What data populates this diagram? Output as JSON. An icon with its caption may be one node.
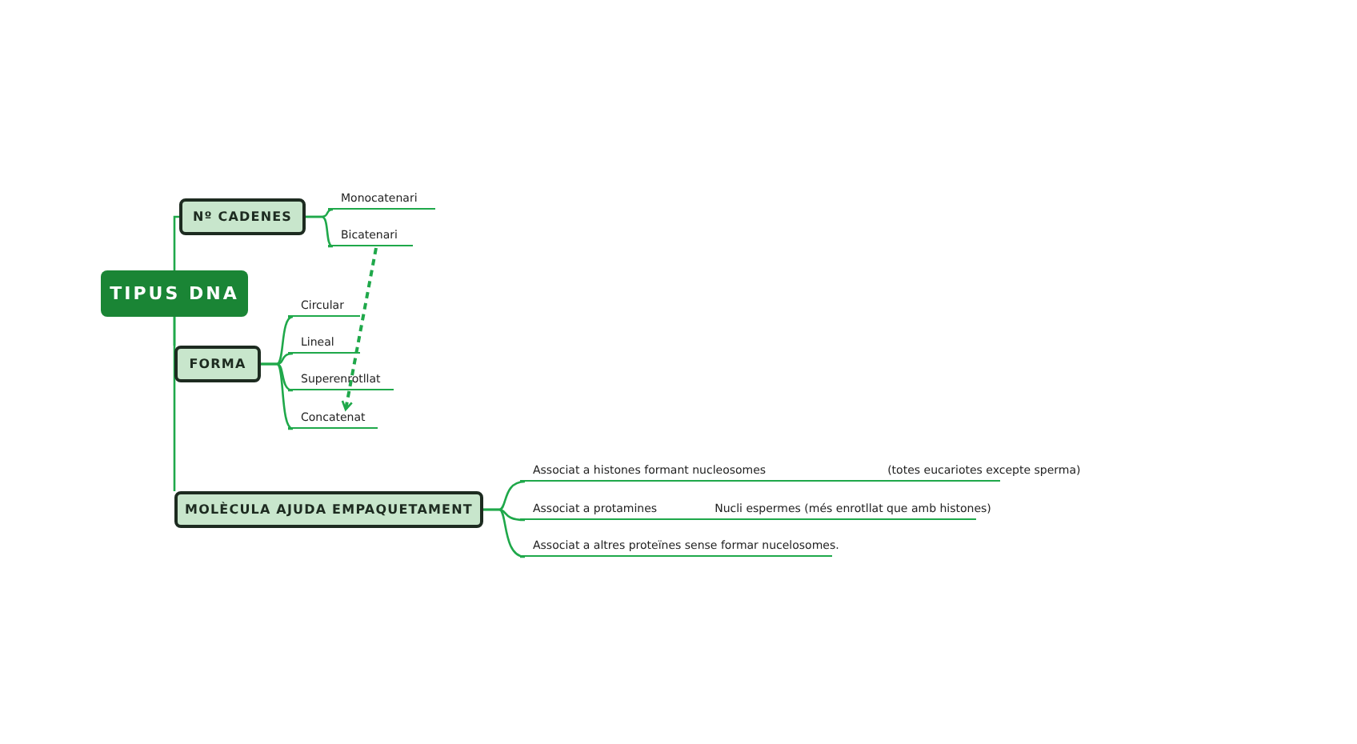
{
  "diagram": {
    "nodes": [
      {
        "text": [
          "TIPUS DNA"
        ]
      },
      {
        "text": [
          "Nº CADENES"
        ]
      },
      {
        "text": [
          "FORMA"
        ]
      },
      {
        "text": [
          "MOLÈCULA AJUDA EMPAQUETAMENT"
        ]
      },
      {
        "text": [
          "Monocatenari"
        ]
      },
      {
        "text": [
          "Bicatenari"
        ]
      },
      {
        "text": [
          "Circular"
        ]
      },
      {
        "text": [
          "Lineal"
        ]
      },
      {
        "text": [
          "Superenrotllat"
        ]
      },
      {
        "text": [
          "Concatenat"
        ]
      },
      {
        "text": [
          "Associat a histones formant nucleosomes",
          "(totes eucariotes excepte sperma)"
        ]
      },
      {
        "text": [
          "Associat a protamines",
          "Nucli espermes (més enrotllat que amb histones)"
        ]
      },
      {
        "text": [
          "Associat a altres proteïnes sense formar nucelosomes."
        ]
      }
    ],
    "edges": [
      {
        "from": 0,
        "to": 1,
        "arrow": "none"
      },
      {
        "from": 0,
        "to": 2,
        "arrow": "none"
      },
      {
        "from": 0,
        "to": 3,
        "arrow": "none"
      },
      {
        "from": 1,
        "to": 4,
        "arrow": "none"
      },
      {
        "from": 1,
        "to": 5,
        "arrow": "none"
      },
      {
        "from": 2,
        "to": 6,
        "arrow": "none"
      },
      {
        "from": 2,
        "to": 7,
        "arrow": "none"
      },
      {
        "from": 2,
        "to": 8,
        "arrow": "none"
      },
      {
        "from": 2,
        "to": 9,
        "arrow": "none"
      },
      {
        "from": 3,
        "to": 10,
        "arrow": "none"
      },
      {
        "from": 3,
        "to": 11,
        "arrow": "none"
      },
      {
        "from": 3,
        "to": 12,
        "arrow": "none"
      },
      {
        "from": 5,
        "to": 9,
        "arrow": "to",
        "style": "dashed"
      }
    ]
  }
}
